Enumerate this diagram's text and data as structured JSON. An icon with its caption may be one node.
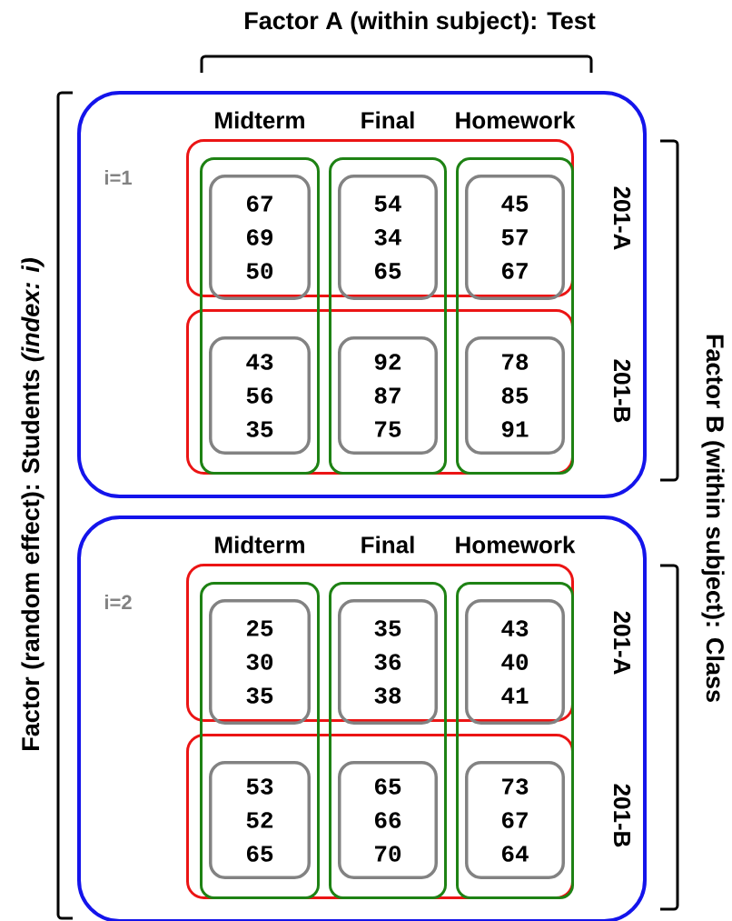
{
  "diagram": {
    "nodes": [
      {
        "text": [
          "i=1"
        ]
      },
      {
        "text": [
          "201-A"
        ],
        "in": 0
      },
      {
        "text": [
          "201-B"
        ],
        "in": 0
      },
      {
        "text": [
          "Midterm"
        ],
        "in": 0
      },
      {
        "text": [
          "Final"
        ],
        "in": 0
      },
      {
        "text": [
          "Homework"
        ],
        "in": 0
      },
      {
        "text": [
          "67 69 50"
        ]
      },
      {
        "text": [
          "54 34 65"
        ]
      },
      {
        "text": [
          "45 57 67"
        ]
      },
      {
        "text": [
          "43 56 35"
        ]
      },
      {
        "text": [
          "92 87 75"
        ]
      },
      {
        "text": [
          "78 85 91"
        ]
      },
      {
        "text": [
          "i=2"
        ]
      },
      {
        "text": [
          "201-A"
        ],
        "in": 12
      },
      {
        "text": [
          "201-B"
        ],
        "in": 12
      },
      {
        "text": [
          "Midterm"
        ],
        "in": 12
      },
      {
        "text": [
          "Final"
        ],
        "in": 12
      },
      {
        "text": [
          "Homework"
        ],
        "in": 12
      },
      {
        "text": [
          "25 30 35"
        ]
      },
      {
        "text": [
          "35 36 38"
        ]
      },
      {
        "text": [
          "43 40 41"
        ]
      },
      {
        "text": [
          "53 52 65"
        ]
      },
      {
        "text": [
          "65 66 70"
        ]
      },
      {
        "text": [
          "73 67 64"
        ]
      }
    ],
    "labels": [
      "Factor A (within subject): Test",
      "Factor (random effect): Students *(index: i)*",
      "Factor B (within subject): Class"
    ]
  }
}
